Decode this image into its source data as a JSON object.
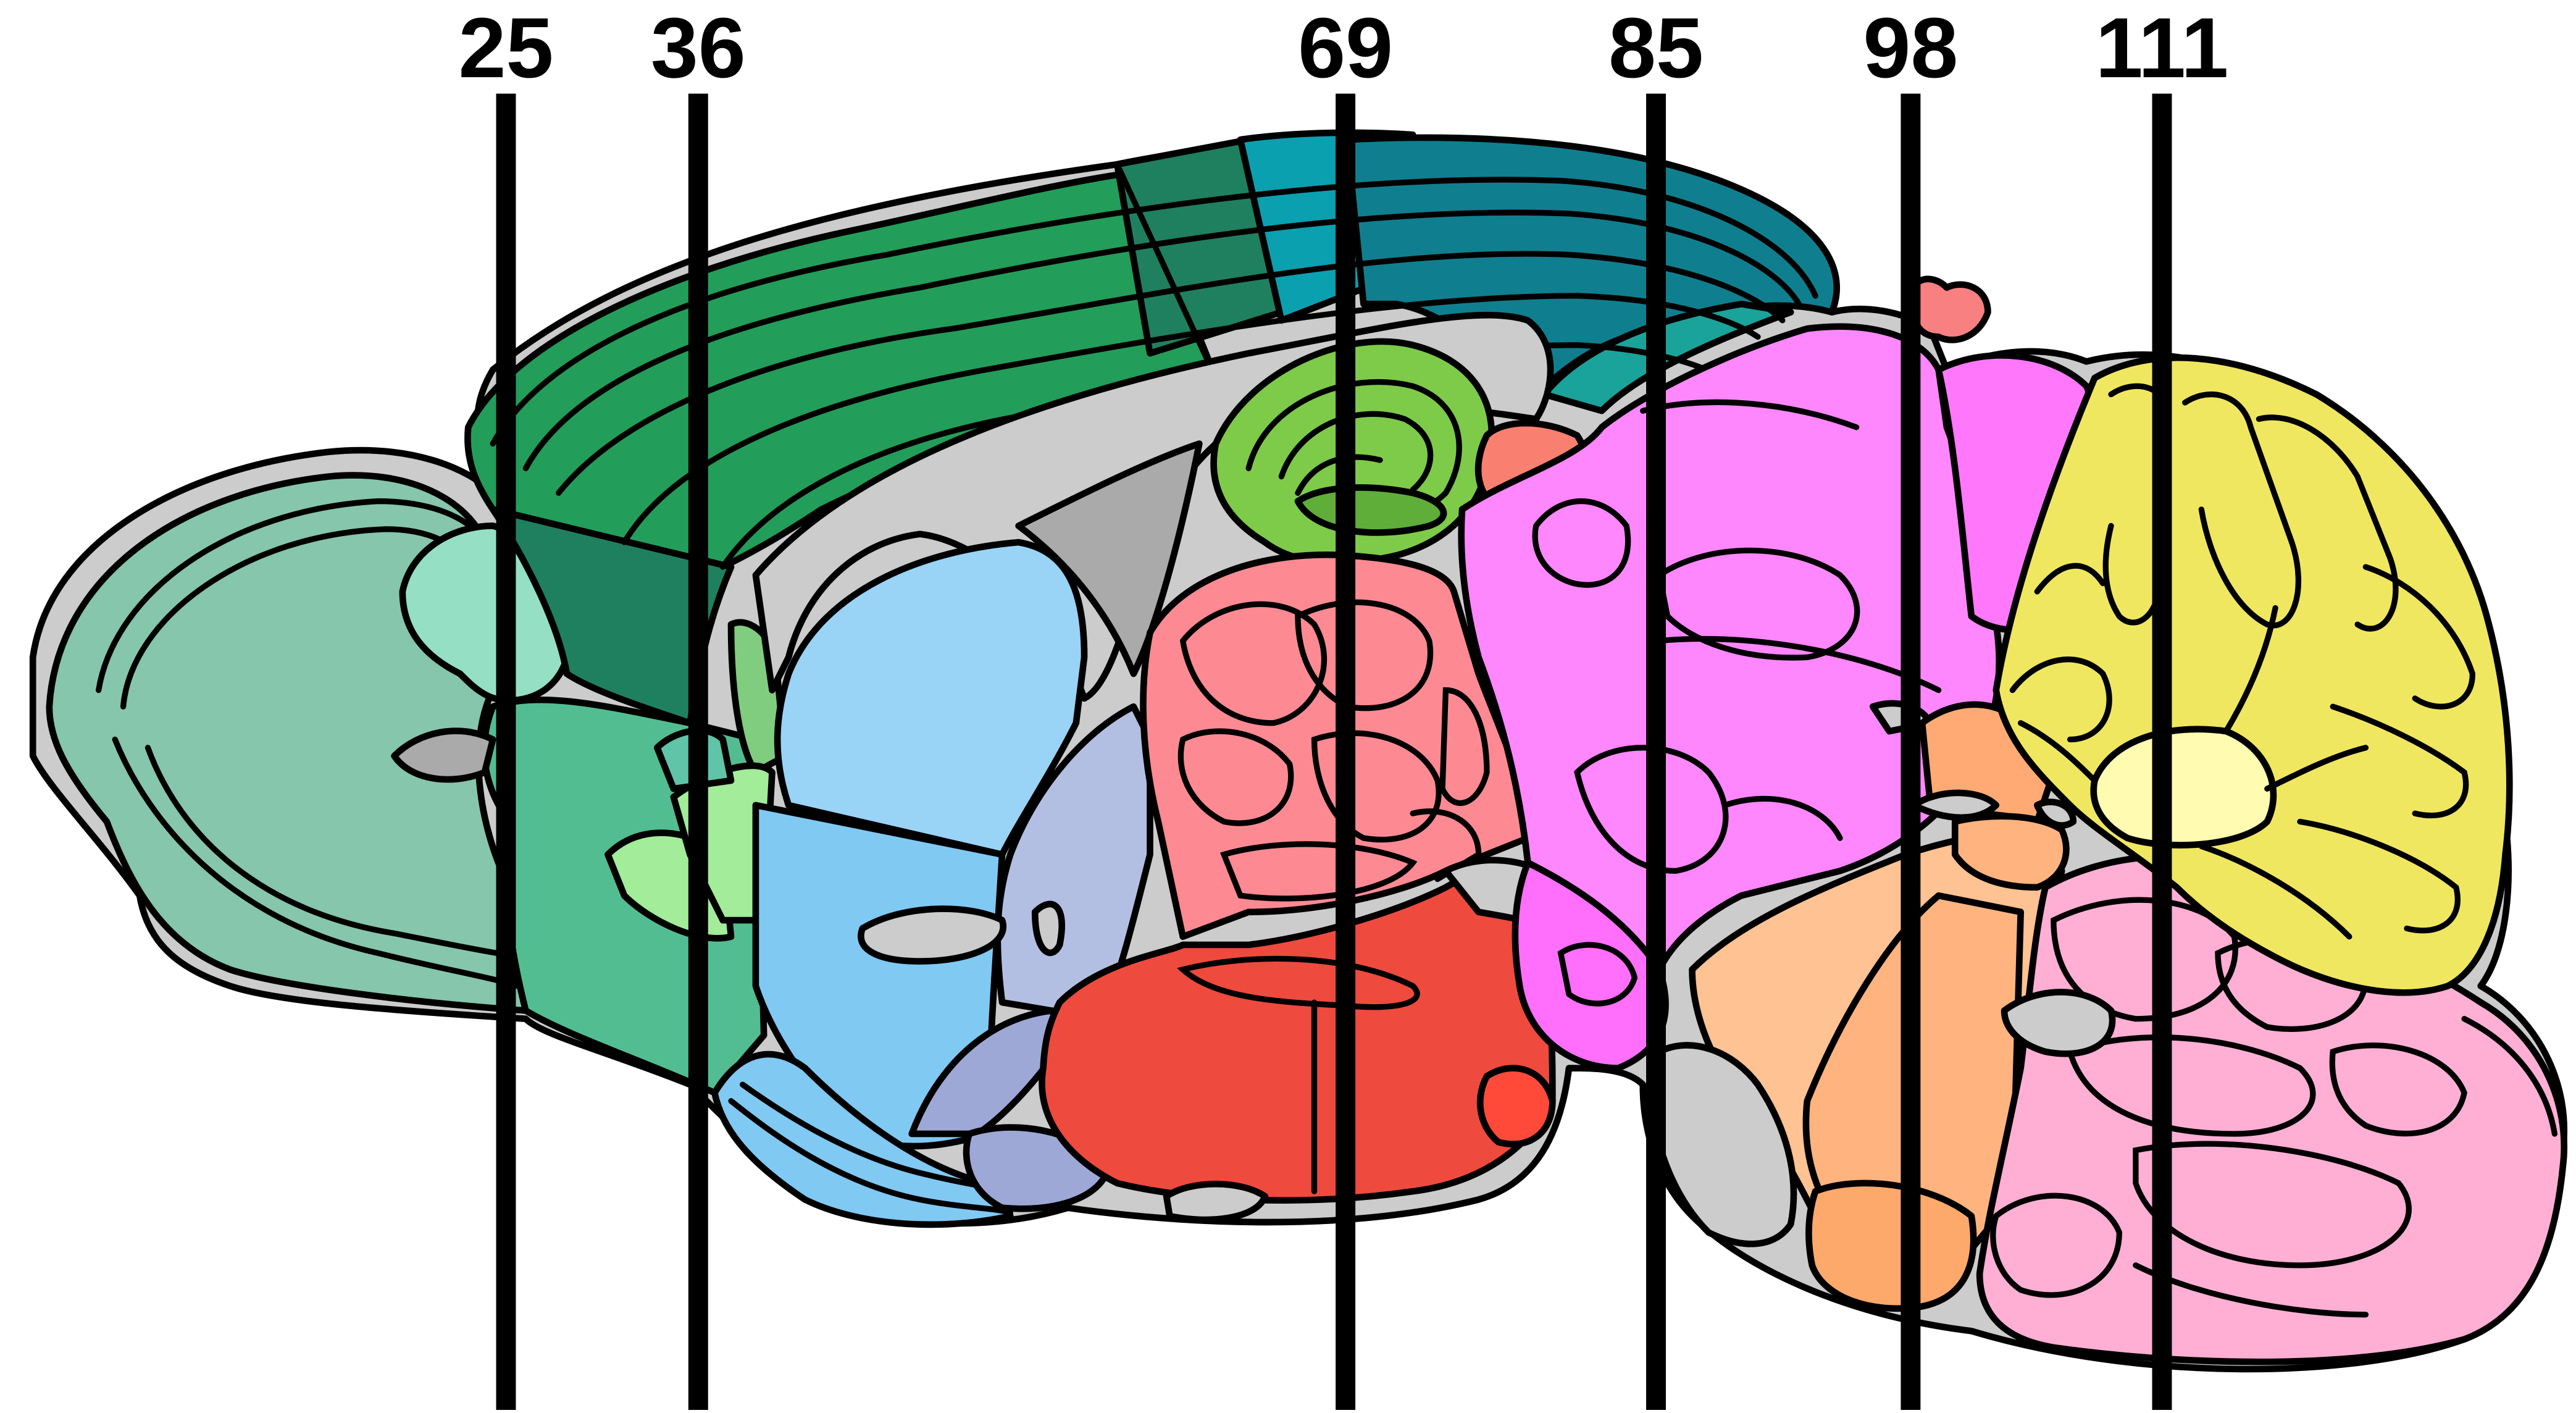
{
  "figure": {
    "kind": "sagittal brain atlas section diagram",
    "section_lines": [
      {
        "label": "25"
      },
      {
        "label": "36"
      },
      {
        "label": "69"
      },
      {
        "label": "85"
      },
      {
        "label": "98"
      },
      {
        "label": "111"
      }
    ],
    "colors": {
      "olfactory": "#86c6ac",
      "olfactory_light": "#95e0c4",
      "cortex_green": "#229e5a",
      "cortex_dark": "#1f8060",
      "cortex_teal": "#0f7f8f",
      "cortex_cyan": "#0aa0b0",
      "hippocampus": "#7ecb4a",
      "striatum": "#99d4f7",
      "striatum_dark": "#80c9f3",
      "pallidum": "#b3bfe2",
      "thalamus": "#fd8a93",
      "hypothalamus": "#ef4a3e",
      "midbrain": "#ff87fd",
      "pons": "#ffc293",
      "medulla": "#ffafd4",
      "cerebellum": "#f0e761",
      "cerebellum_core": "#fffbb1",
      "fiber_tracts": "#cccccc",
      "ventricles": "#aaaaaa"
    }
  }
}
